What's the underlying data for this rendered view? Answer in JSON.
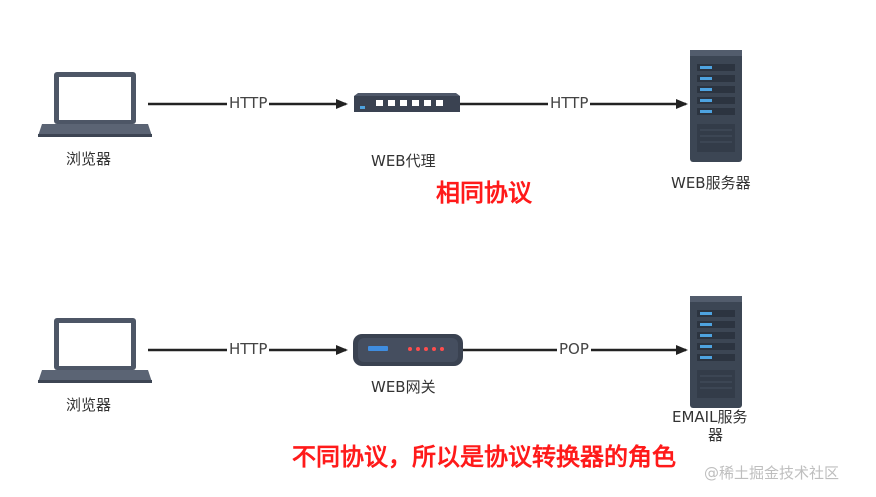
{
  "top": {
    "client_label": "浏览器",
    "link1_protocol": "HTTP",
    "proxy_label": "WEB代理",
    "link2_protocol": "HTTP",
    "server_label": "WEB服务器",
    "note": "相同协议"
  },
  "bottom": {
    "client_label": "浏览器",
    "link1_protocol": "HTTP",
    "gateway_label": "WEB网关",
    "link2_protocol": "POP",
    "server_label_line1": "EMAIL服务",
    "server_label_line2": "器",
    "note": "不同协议，所以是协议转换器的角色"
  },
  "watermark": "@稀土掘金技术社区",
  "colors": {
    "note": "#ff1a1a",
    "device_dark": "#3a4251",
    "screen_frame": "#4d5666",
    "server_body": "#3c4654",
    "server_led": "#4ea3e0",
    "gateway_led": "#ff4d4d",
    "gateway_blue": "#3f8de0"
  },
  "icons": [
    "laptop-icon",
    "switch-icon",
    "server-icon",
    "gateway-icon"
  ]
}
